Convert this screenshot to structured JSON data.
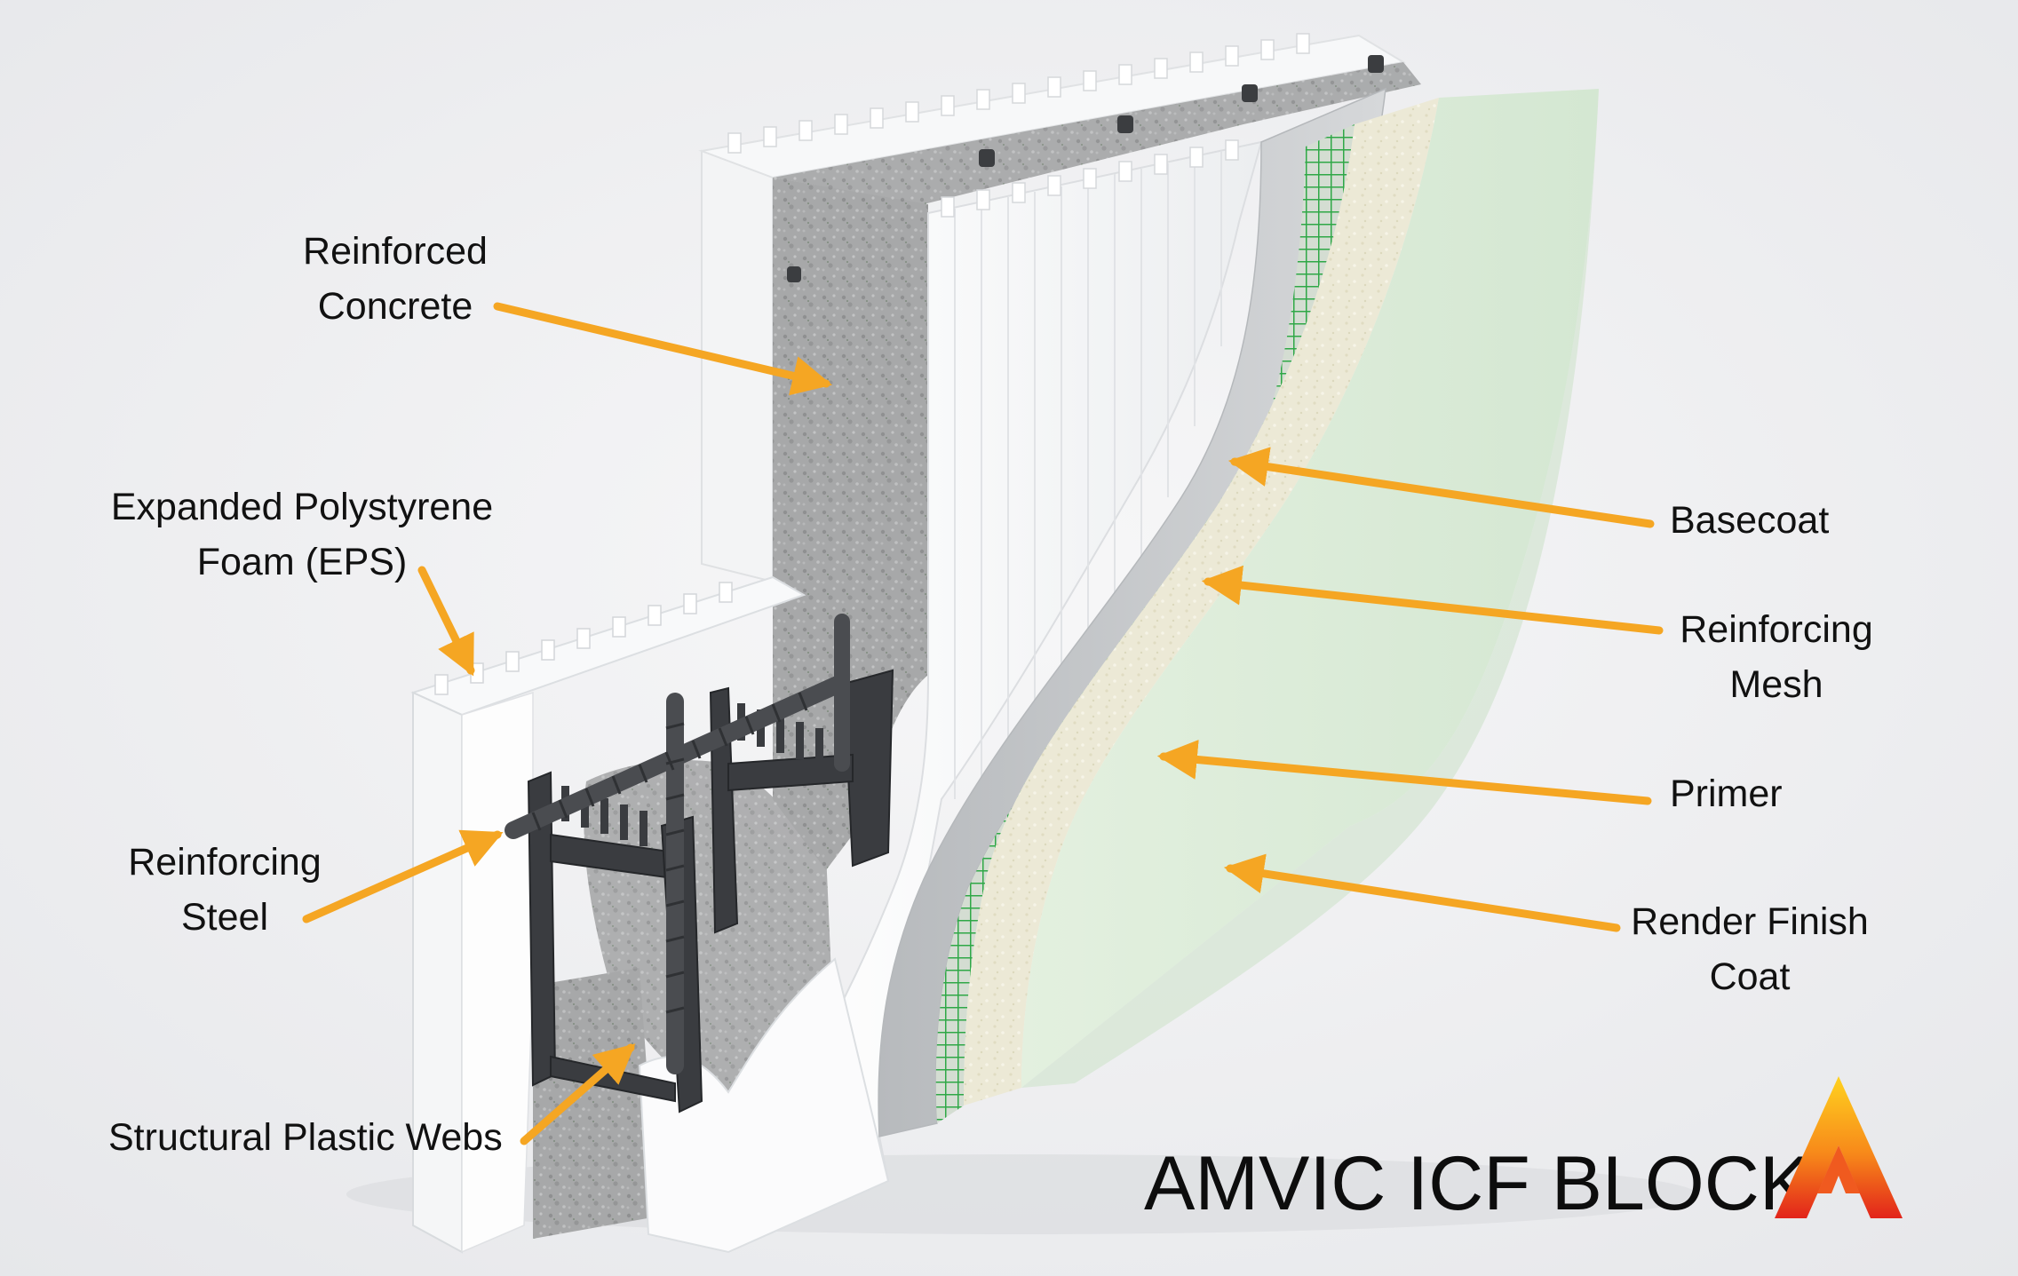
{
  "labels": {
    "concrete": [
      "Reinforced",
      "Concrete"
    ],
    "eps": [
      "Expanded Polystyrene",
      "Foam (EPS)"
    ],
    "steel": [
      "Reinforcing",
      "Steel"
    ],
    "webs": [
      "Structural Plastic Webs"
    ],
    "basecoat": [
      "Basecoat"
    ],
    "mesh": [
      "Reinforcing",
      "Mesh"
    ],
    "primer": [
      "Primer"
    ],
    "render": [
      "Render Finish",
      "Coat"
    ]
  },
  "brand": {
    "title": "AMVIC ICF BLOCK",
    "logo": "amvic-logo-icon"
  },
  "colors": {
    "background": "#f1f2f4",
    "arrow": "#f5a623",
    "eps": "#fbfbfb",
    "concrete": "#a6a7a8",
    "basecoat": "#c9cccf",
    "mesh": "#3fb24f",
    "primer": "#ece9d8",
    "render": "#dcecda",
    "steel": "#4a4c50",
    "text": "#111111"
  }
}
